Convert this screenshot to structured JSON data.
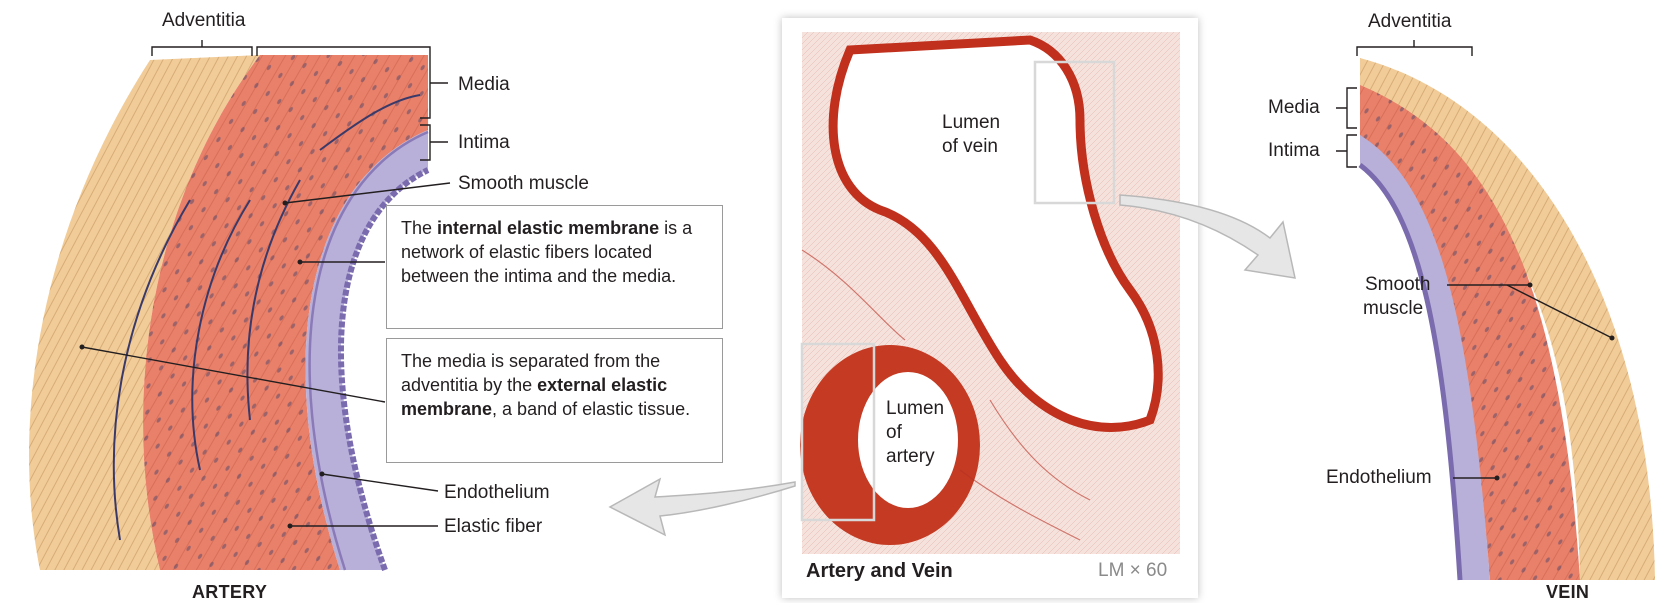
{
  "artery": {
    "adventitia": "Adventitia",
    "media": "Media",
    "intima": "Intima",
    "smooth_muscle": "Smooth muscle",
    "internal_box": {
      "pre": "The ",
      "bold": "internal elastic membrane",
      "post": " is a network of elastic fibers located between the intima and the media."
    },
    "external_box": {
      "pre": "The media is separated from the adventitia by the ",
      "bold": "external elastic membrane",
      "post": ", a band of elastic tissue."
    },
    "endothelium": "Endothelium",
    "elastic_fiber": "Elastic fiber",
    "caption": "ARTERY"
  },
  "micrograph": {
    "lumen_vein_1": "Lumen",
    "lumen_vein_2": "of vein",
    "lumen_artery_1": "Lumen",
    "lumen_artery_2": "of",
    "lumen_artery_3": "artery",
    "title": "Artery and Vein",
    "magnification": "LM × 60"
  },
  "vein": {
    "adventitia": "Adventitia",
    "media": "Media",
    "intima": "Intima",
    "smooth_muscle_1": "Smooth",
    "smooth_muscle_2": "muscle",
    "endothelium": "Endothelium",
    "caption": "VEIN"
  },
  "colors": {
    "adventitia": "#f1cc98",
    "media": "#e87a62",
    "intima": "#b8b0d8",
    "endothelium": "#7a6aae",
    "tissue_red": "#c0301c",
    "background_stain": "#f6e2dc"
  }
}
